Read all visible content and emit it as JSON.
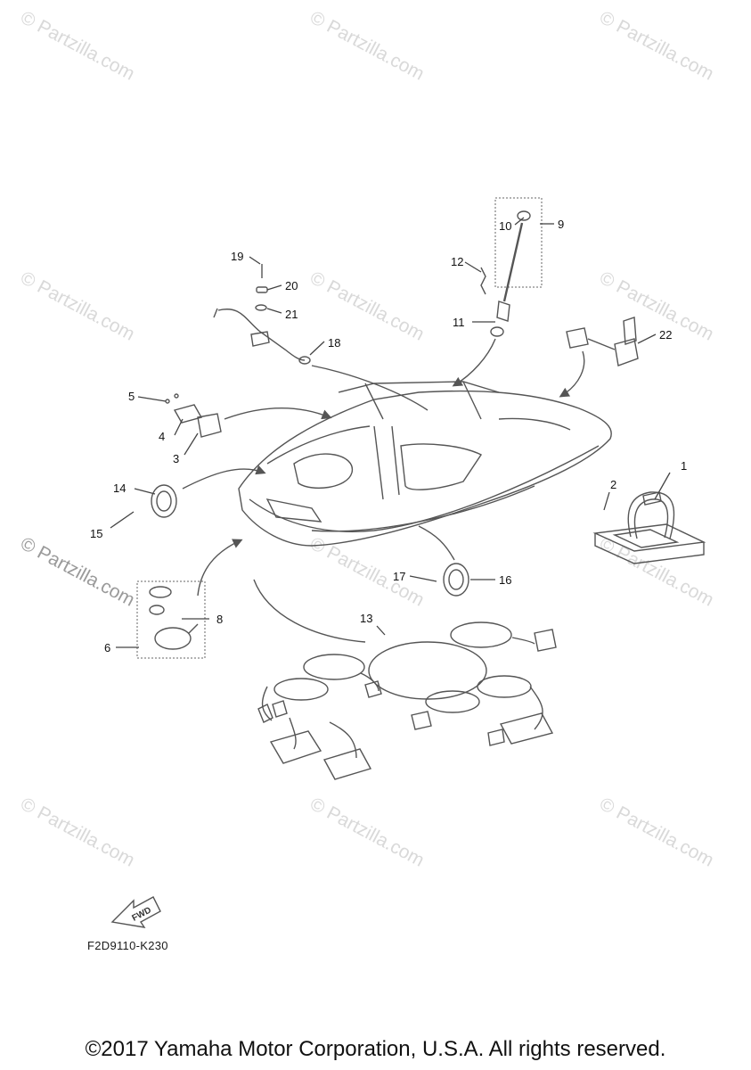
{
  "watermark": {
    "text": "© Partzilla.com"
  },
  "diagram": {
    "callouts": [
      "1",
      "2",
      "3",
      "4",
      "5",
      "6",
      "8",
      "9",
      "10",
      "11",
      "12",
      "13",
      "14",
      "15",
      "16",
      "17",
      "18",
      "19",
      "20",
      "21",
      "22"
    ],
    "fwd_label": "FWD",
    "diagram_code": "F2D9110-K230"
  },
  "footer": {
    "copyright": "©2017 Yamaha Motor Corporation, U.S.A. All rights reserved."
  }
}
